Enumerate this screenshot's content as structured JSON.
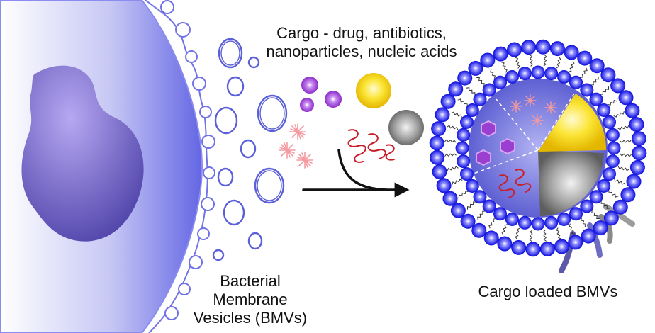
{
  "labels": {
    "cargo_line1": "Cargo - drug, antibiotics,",
    "cargo_line2": "nanoparticles, nucleic acids",
    "bmv_line1": "Bacterial",
    "bmv_line2": "Membrane",
    "bmv_line3": "Vesicles (BMVs)",
    "loaded": "Cargo loaded BMVs"
  },
  "colors": {
    "cell_membrane": "#7b7de8",
    "cell_fill": "#a7a8ef",
    "nucleoid": "#6a5fc4",
    "vesicle_outline": "#5b5fd8",
    "drug_particle": "#9b3fd0",
    "antibiotic": "#f59aa0",
    "gold_nanoparticle": "#f5d400",
    "silver_nanoparticle": "#8e8e8e",
    "nucleic_acid": "#c8202a",
    "lipid_head": "#1616ff",
    "arrow": "#111111"
  }
}
